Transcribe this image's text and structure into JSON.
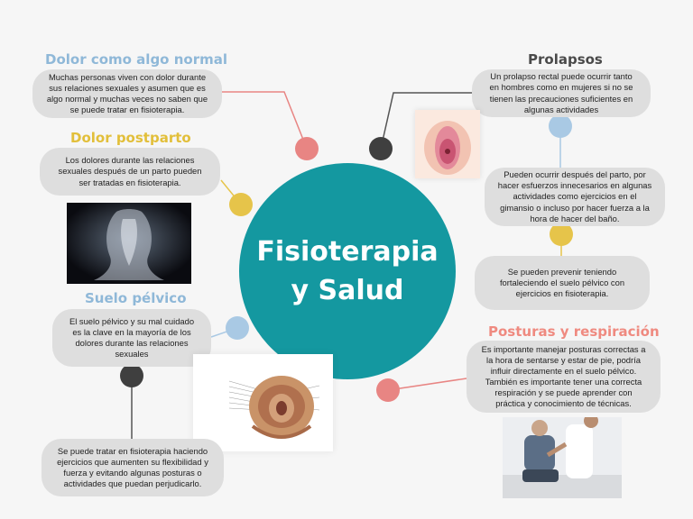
{
  "center": {
    "line1": "Fisioterapia",
    "line2": "y Salud",
    "color": "#1498a0"
  },
  "left": {
    "dolor_normal": {
      "title": "Dolor como algo normal",
      "title_color": "#8fb8d8",
      "text": "Muchas personas viven con dolor durante sus relaciones sexuales y asumen que es algo normal y muchas veces no saben que se puede tratar en fisioterapia."
    },
    "dolor_postparto": {
      "title": "Dolor postparto",
      "title_color": "#e2bf3a",
      "text": "Los dolores durante las relaciones sexuales después de un parto pueden ser tratadas en fisioterapia."
    },
    "suelo_pelvico": {
      "title": "Suelo pélvico",
      "title_color": "#8fb8d8",
      "text": "El suelo pélvico y su mal cuidado es la clave en la mayoría de los dolores durante las relaciones sexuales",
      "tratamiento": "Se puede tratar en fisioterapia haciendo ejercicios que aumenten su flexibilidad y fuerza y evitando algunas posturas o actividades que puedan perjudicarlo."
    }
  },
  "right": {
    "prolapsos": {
      "title": "Prolapsos",
      "title_color": "#4a4a4a",
      "text": "Un prolapso rectal puede ocurrir tanto en hombres como en mujeres si no se tienen las precauciones suficientes en algunas actividades",
      "causas": "Pueden ocurrir después del parto, por hacer esfuerzos innecesarios en algunas actividades como ejercicios en el gimansio o incluso por hacer fuerza a la hora de hacer del baño.",
      "prevencion": "Se pueden prevenir teniendo fortaleciendo el suelo pélvico con ejercicios en fisioterapia."
    },
    "posturas": {
      "title": "Posturas y respiración",
      "title_color": "#ef8a80",
      "text": "Es importante manejar posturas correctas a la hora de sentarse y estar de pie, podría influir directamente en el suelo pélvico. También es importante tener una correcta respiración y se puede aprender con práctica y conocimiento de técnicas."
    }
  },
  "node_colors": {
    "pink": "#e88583",
    "yellow": "#e6c44a",
    "blue": "#a9c9e4",
    "dark": "#3f3f3f",
    "line_dark": "#555555"
  }
}
